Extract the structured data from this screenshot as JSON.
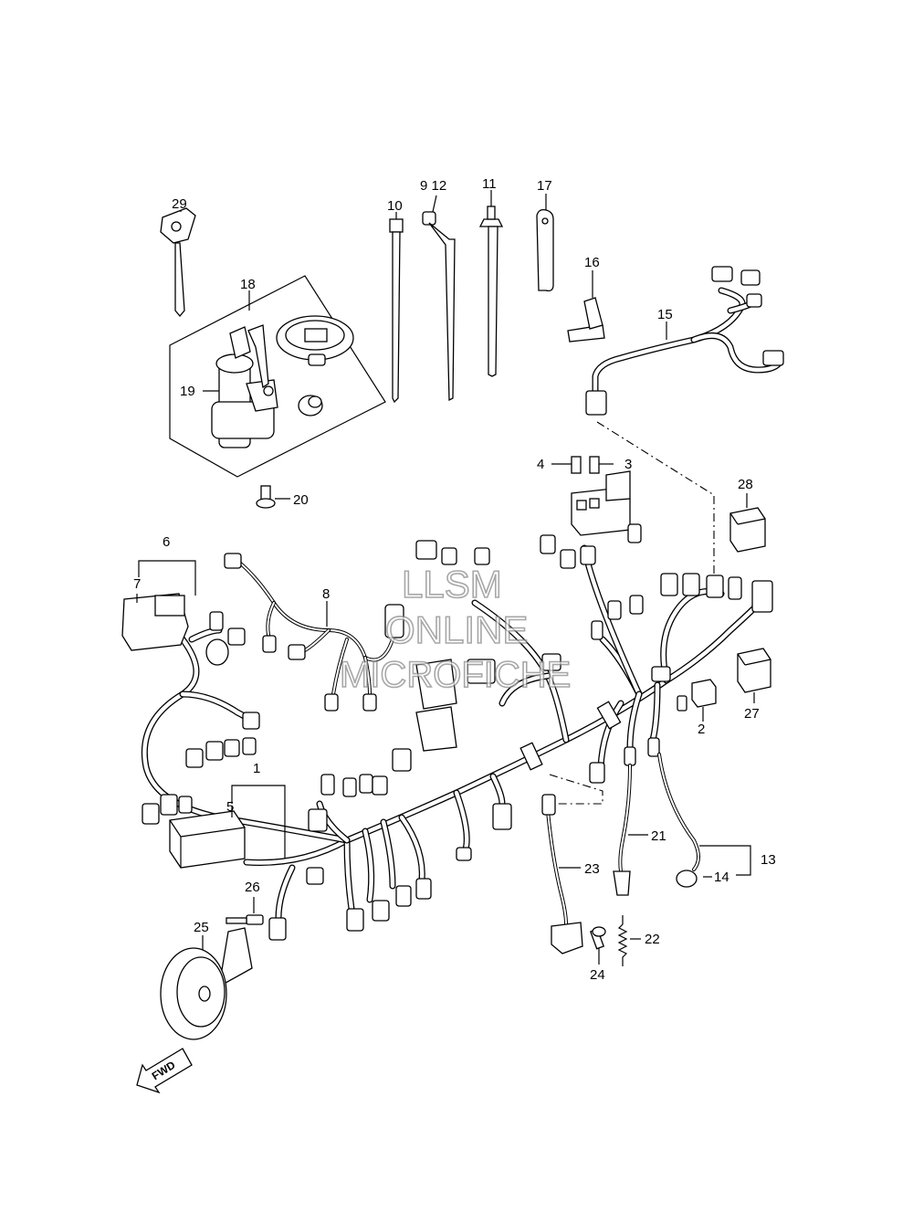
{
  "watermark": {
    "line1": "LLSM",
    "line2": "ONLINE",
    "line3": "MICROFICHE"
  },
  "callouts": {
    "c1": "1",
    "c2": "2",
    "c3": "3",
    "c4": "4",
    "c5": "5",
    "c6": "6",
    "c7": "7",
    "c8": "8",
    "c9_12": "9 12",
    "c10": "10",
    "c11": "11",
    "c13": "13",
    "c14": "14",
    "c15": "15",
    "c16": "16",
    "c17": "17",
    "c18": "18",
    "c19": "19",
    "c20": "20",
    "c21": "21",
    "c22": "22",
    "c23": "23",
    "c24": "24",
    "c25": "25",
    "c26": "26",
    "c27": "27",
    "c28": "28",
    "c29": "29"
  },
  "direction_arrow": {
    "label": "FWD"
  }
}
